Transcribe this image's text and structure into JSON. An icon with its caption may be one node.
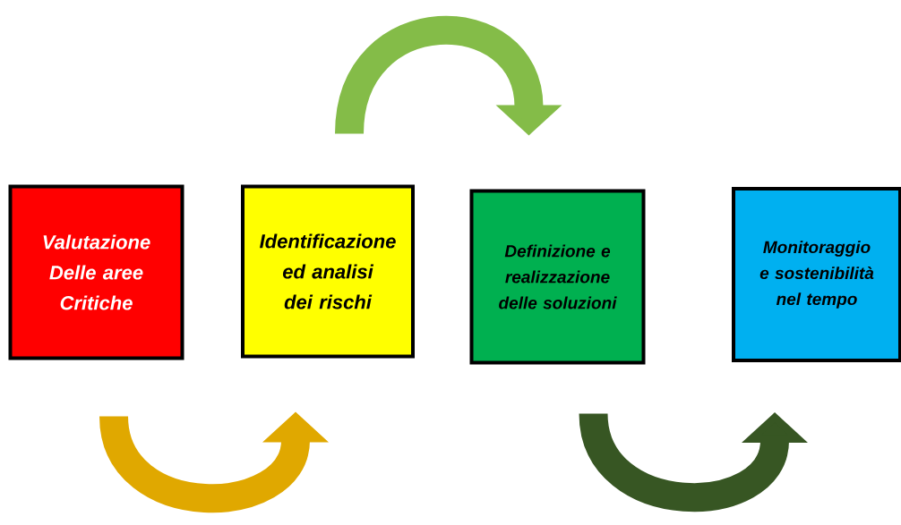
{
  "diagram": {
    "nodes": [
      {
        "text": [
          "Valutazione Delle aree Critiche"
        ]
      },
      {
        "text": [
          "Identificazione ed analisi dei rischi"
        ]
      },
      {
        "text": [
          "Definizione e realizzazione delle soluzioni"
        ]
      },
      {
        "text": [
          "Monitoraggio e sostenibilità nel tempo"
        ]
      }
    ],
    "edges": [
      {
        "from": 0,
        "to": 1,
        "arrow": "to",
        "color": "#e0a800"
      },
      {
        "from": 1,
        "to": 2,
        "arrow": "to",
        "color": "#84bc48"
      },
      {
        "from": 2,
        "to": 3,
        "arrow": "to",
        "color": "#375623"
      }
    ]
  }
}
